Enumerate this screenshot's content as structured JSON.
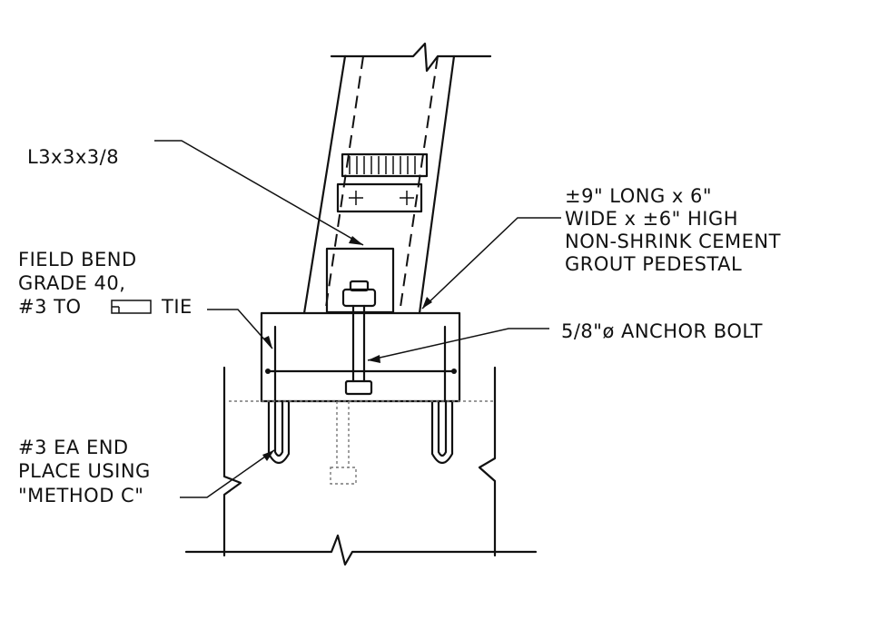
{
  "labels": {
    "angle": "L3x3x3/8",
    "field_bend_1": "FIELD BEND",
    "field_bend_2": "GRADE 40,",
    "field_bend_3a": "#3 TO",
    "field_bend_3b": "TIE",
    "pedestal_1": "±9\" LONG x 6\"",
    "pedestal_2": "WIDE x ±6\" HIGH",
    "pedestal_3": "NON-SHRINK CEMENT",
    "pedestal_4": "GROUT PEDESTAL",
    "anchor_bolt": "5/8\"ø ANCHOR BOLT",
    "ea_end_1": "#3 EA END",
    "ea_end_2": "PLACE USING",
    "ea_end_3": "\"METHOD C\""
  }
}
